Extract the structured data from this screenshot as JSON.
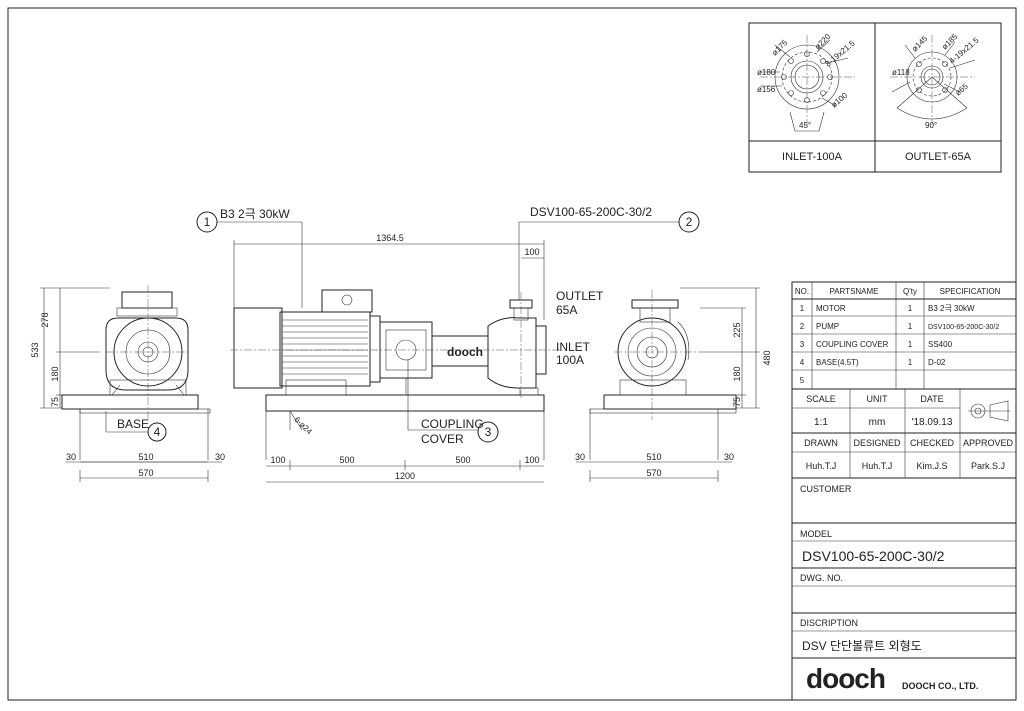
{
  "flanges": {
    "inlet": {
      "label": "INLET-100A",
      "dims": [
        "ø220",
        "ø175",
        "ø180",
        "ø156",
        "8-19x21.5",
        "ø100"
      ],
      "angle": "45°"
    },
    "outlet": {
      "label": "OUTLET-65A",
      "dims": [
        "ø185",
        "ø145",
        "ø118",
        "4-19x21.5",
        "ø65"
      ],
      "angle": "90°"
    }
  },
  "callouts": {
    "motor": {
      "num": "1",
      "text": "B3 2극 30kW"
    },
    "pump": {
      "num": "2",
      "text": "DSV100-65-200C-30/2"
    },
    "coupling": {
      "num": "3",
      "text_line1": "COUPLING",
      "text_line2": "COVER"
    },
    "base": {
      "num": "4",
      "text": "BASE"
    }
  },
  "dimensions": {
    "overall_length": "1364.5",
    "outlet_offset": "100",
    "bolt_holes": "6-ø24",
    "bottom": [
      "100",
      "500",
      "500",
      "100",
      "1200"
    ],
    "left_heights": [
      "278",
      "533",
      "180",
      "75"
    ],
    "left_widths": [
      "30",
      "510",
      "30",
      "570"
    ],
    "right_heights": [
      "225",
      "480",
      "180",
      "75"
    ],
    "right_widths": [
      "30",
      "510",
      "30",
      "570"
    ]
  },
  "ports": {
    "outlet": {
      "line1": "OUTLET",
      "line2": "65A"
    },
    "inlet": {
      "line1": "INLET",
      "line2": "100A"
    }
  },
  "brand_on_pump": "dooch",
  "parts_table": {
    "headers": [
      "NO.",
      "PARTSNAME",
      "Q'ty",
      "SPECIFICATION"
    ],
    "rows": [
      [
        "1",
        "MOTOR",
        "1",
        "B3 2극 30kW"
      ],
      [
        "2",
        "PUMP",
        "1",
        "DSV100-65-200C-30/2"
      ],
      [
        "3",
        "COUPLING COVER",
        "1",
        "SS400"
      ],
      [
        "4",
        "BASE(4.5T)",
        "1",
        "D-02"
      ],
      [
        "5",
        "",
        "",
        ""
      ]
    ]
  },
  "title_block": {
    "scale_label": "SCALE",
    "scale": "1:1",
    "unit_label": "UNIT",
    "unit": "mm",
    "date_label": "DATE",
    "date": "'18.09.13",
    "sign_headers": [
      "DRAWN",
      "DESIGNED",
      "CHECKED",
      "APPROVED"
    ],
    "sign_names": [
      "Huh.T.J",
      "Huh.T.J",
      "Kim.J.S",
      "Park.S.J"
    ],
    "customer_label": "CUSTOMER",
    "customer": "",
    "model_label": "MODEL",
    "model": "DSV100-65-200C-30/2",
    "dwg_label": "DWG. NO.",
    "dwg_no": "",
    "description_label": "DISCRIPTION",
    "description": "DSV 단단볼류트 외형도",
    "logo": "dooch",
    "company": "DOOCH CO., LTD."
  }
}
